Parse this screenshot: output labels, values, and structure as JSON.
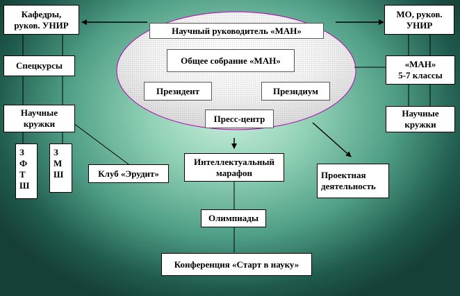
{
  "top_left": "Кафедры,\nруков. УНИР",
  "top_right": "МО, руков.\nУНИР",
  "ellipse": {
    "leader": "Научный руководитель «МАН»",
    "assembly": "Общее собрание «МАН»",
    "president": "Президент",
    "presidium": "Президиум",
    "press": "Пресс-центр"
  },
  "left_column": {
    "special_courses": "Спецкурсы",
    "science_clubs": "Научные\nкружки",
    "school_zfts": "З\nФ\nТ\nШ",
    "school_zmsh": "З\nМ\nШ"
  },
  "club": "Клуб «Эрудит»",
  "right_column": {
    "man_grades": "«МАН»\n5-7 классы",
    "science_clubs": "Научные\nкружки"
  },
  "marathon": "Интеллектуальный\nмарафон",
  "project": "Проектная\nдеятельность",
  "olympiads": "Олимпиады",
  "conference": "Конференция «Старт в науку»"
}
